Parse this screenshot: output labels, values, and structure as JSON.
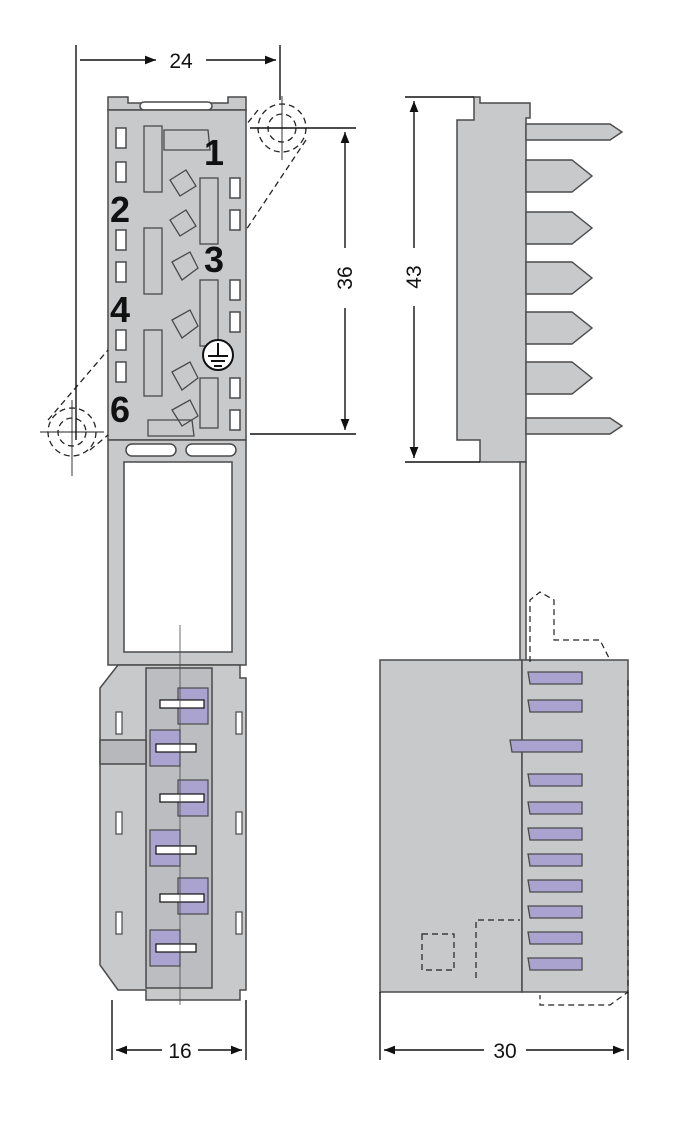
{
  "dimensions": {
    "top_width": "24",
    "height_36": "36",
    "height_43": "43",
    "bottom_width_16": "16",
    "bottom_width_30": "30"
  },
  "pin_numbers": [
    "1",
    "2",
    "3",
    "4",
    "6"
  ],
  "symbols": {
    "ground": "protective-earth-icon"
  },
  "colors": {
    "housing": "#c8c9cb",
    "housing_stroke": "#4a4a4a",
    "contact_purple": "#aaa3d0",
    "background": "#ffffff"
  }
}
